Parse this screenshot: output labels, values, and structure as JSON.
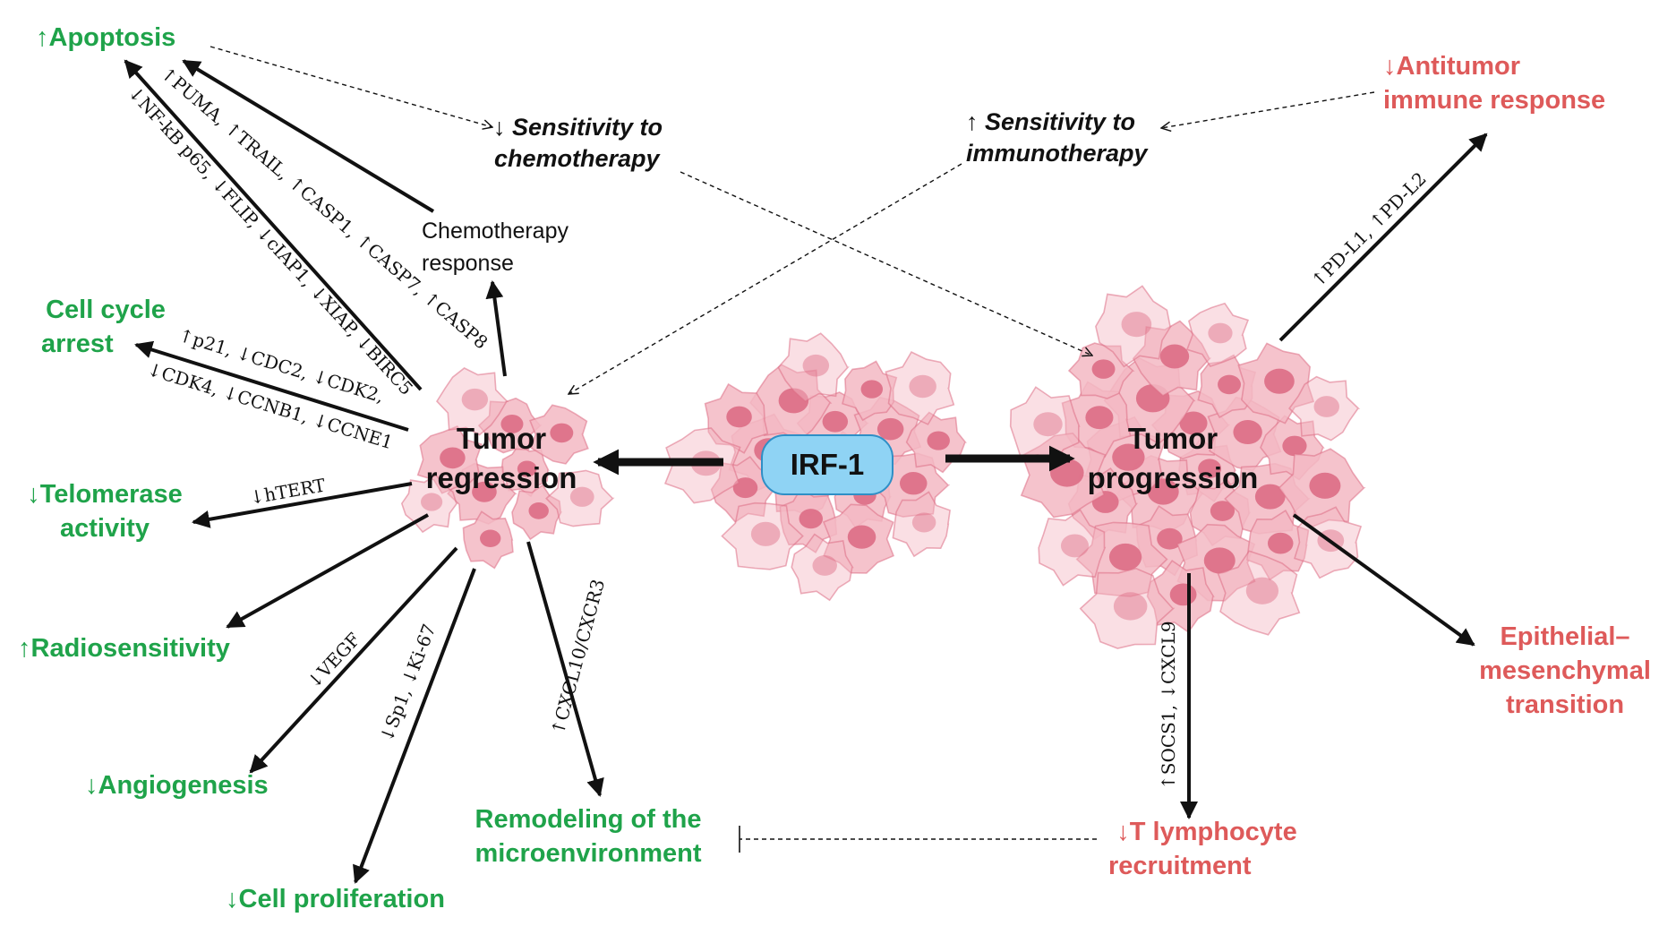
{
  "center": {
    "label": "IRF-1"
  },
  "left_node": {
    "line1": "Tumor",
    "line2": "regression"
  },
  "right_node": {
    "line1": "Tumor",
    "line2": "progression"
  },
  "chemo_response": {
    "line1": "Chemotherapy",
    "line2": "response"
  },
  "sens_chemo": {
    "line1": "↓ Sensitivity to",
    "line2": "chemotherapy"
  },
  "sens_immuno": {
    "line1": "↑ Sensitivity to",
    "line2": "immunotherapy"
  },
  "outcomes_green": {
    "apoptosis": "↑Apoptosis",
    "cell_cycle_1": "Cell cycle",
    "cell_cycle_2": "arrest",
    "telomerase_1": "↓Telomerase",
    "telomerase_2": "activity",
    "radiosensitivity": "↑Radiosensitivity",
    "angiogenesis": "↓Angiogenesis",
    "proliferation": "↓Cell proliferation",
    "remodeling_1": "Remodeling of the",
    "remodeling_2": "microenvironment"
  },
  "outcomes_red": {
    "antitumor_1": "↓Antitumor",
    "antitumor_2": "immune response",
    "emt_1": "Epithelial–",
    "emt_2": "mesenchymal",
    "emt_3": "transition",
    "tcell_1": "↓T lymphocyte",
    "tcell_2": "recruitment"
  },
  "molecules": {
    "apoptosis_1": "↑PUMA, ↑TRAIL, ↑CASP1, ↑CASP7, ↑CASP8",
    "apoptosis_2": "↓NF-kB p65, ↓FLIP, ↓cIAP1, ↓XIAP, ↓BIRC5",
    "cell_cycle_1": "↑p21, ↓CDC2, ↓CDK2,",
    "cell_cycle_2": "↓CDK4, ↓CCNB1, ↓CCNE1",
    "telomerase": "↓hTERT",
    "angiogenesis": "↓VEGF",
    "proliferation": "↓Sp1, ↓Ki-67",
    "remodeling": "↑CXCL10/CXCR3",
    "pdl": "↑PD-L1, ↑PD-L2",
    "tcell": "↑SOCS1, ↓CXCL9"
  },
  "colors": {
    "green": "#1fa34a",
    "red": "#de5a5a",
    "irf_fill": "#8fd3f4",
    "cell_pink": "#f3b8c3",
    "nucleus": "#dd6d85"
  }
}
